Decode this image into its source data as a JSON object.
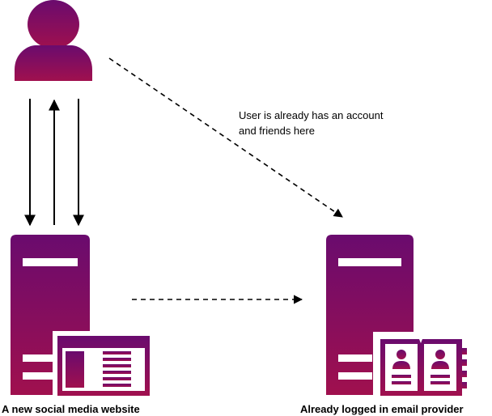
{
  "annotation": {
    "line1": "User is already has an account",
    "line2": "and friends here"
  },
  "labels": {
    "social_site": "A new social media website",
    "email_provider": "Already logged in email provider"
  },
  "icons": {
    "user": "user-icon",
    "server_left": "server-icon",
    "server_right": "server-icon",
    "webpage": "webpage-icon",
    "address_book": "address-book-icon"
  },
  "colors": {
    "gradient_top": "#6a0b6e",
    "gradient_bottom": "#a0104e",
    "arrow": "#000000"
  }
}
